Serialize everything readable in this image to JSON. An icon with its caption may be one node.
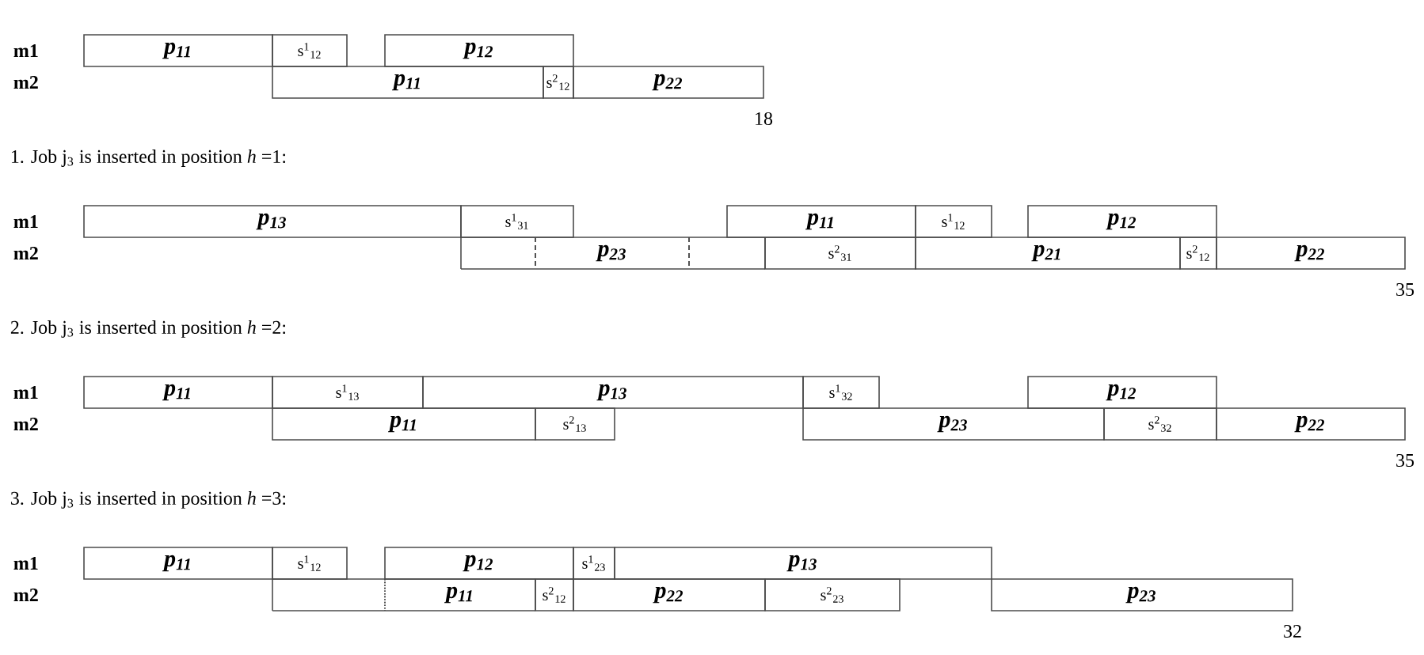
{
  "diagram": {
    "nodes": [
      {
        "text": [
          "p$_{11}$"
        ]
      },
      {
        "text": [
          "s$^{1}$$_{12}$"
        ]
      },
      {
        "text": [
          "p$_{12}$"
        ]
      },
      {
        "text": [
          "p$_{11}$"
        ]
      },
      {
        "text": [
          "s$^{2}$$_{12}$"
        ]
      },
      {
        "text": [
          "p$_{22}$"
        ]
      },
      {
        "text": [
          "p$_{13}$"
        ]
      },
      {
        "text": [
          "s$^{1}$$_{31}$"
        ]
      },
      {
        "text": [
          "p$_{11}$"
        ]
      },
      {
        "text": [
          "s$^{1}$$_{12}$"
        ]
      },
      {
        "text": [
          "p$_{12}$"
        ]
      },
      {
        "text": [],
        "shape": "box"
      },
      {
        "text": [
          "p$_{23}$"
        ]
      },
      {
        "text": [],
        "shape": "box"
      },
      {
        "text": [
          "s$^{2}$$_{31}$"
        ]
      },
      {
        "text": [
          "p$_{21}$"
        ]
      },
      {
        "text": [
          "s$^{2}$$_{12}$"
        ]
      },
      {
        "text": [
          "p$_{22}$"
        ]
      },
      {
        "text": [
          "p$_{11}$"
        ]
      },
      {
        "text": [
          "s$^{1}$$_{13}$"
        ]
      },
      {
        "text": [
          "p$_{13}$"
        ]
      },
      {
        "text": [
          "s$^{1}$$_{32}$"
        ]
      },
      {
        "text": [
          "p$_{12}$"
        ]
      },
      {
        "text": [
          "p$_{11}$"
        ]
      },
      {
        "text": [
          "s$^{2}$$_{13}$"
        ]
      },
      {
        "text": [
          "p$_{23}$"
        ]
      },
      {
        "text": [
          "s$^{2}$$_{32}$"
        ]
      },
      {
        "text": [
          "p$_{22}$"
        ]
      },
      {
        "text": [
          "p$_{11}$"
        ]
      },
      {
        "text": [
          "s$^{1}$$_{12}$"
        ]
      },
      {
        "text": [
          "p$_{12}$"
        ]
      },
      {
        "text": [
          "s$^{1}$$_{23}$"
        ]
      },
      {
        "text": [
          "p$_{13}$"
        ]
      },
      {
        "text": [],
        "shape": "box"
      },
      {
        "text": [
          "p$_{11}$"
        ]
      },
      {
        "text": [
          "s$^{2}$$_{12}$"
        ]
      },
      {
        "text": [
          "p$_{22}$"
        ]
      },
      {
        "text": [
          "s$^{2}$$_{23}$"
        ]
      },
      {
        "text": [
          "p$_{23}$"
        ]
      }
    ],
    "labels": [
      "m1",
      "m2",
      "18",
      "1. Job j$_{3}$ is inserted in position *h* =1:",
      "m1",
      "m2",
      "35",
      "2. Job j$_{3}$ is inserted in position *h* =2:",
      "m1",
      "m2",
      "35",
      "3. Job j$_{3}$ is inserted in position *h* =3:",
      "m1",
      "m2",
      "32"
    ]
  }
}
